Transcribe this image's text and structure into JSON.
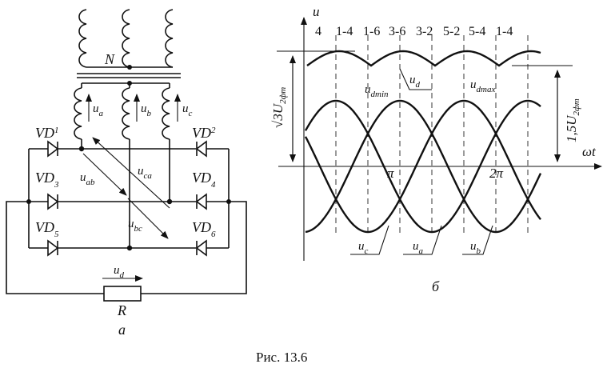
{
  "circuit": {
    "label_N": "N",
    "phase_voltages": [
      "u",
      "u",
      "u"
    ],
    "phase_subs": [
      "a",
      "b",
      "c"
    ],
    "diodes": [
      {
        "main": "VD",
        "sub": "1"
      },
      {
        "main": "VD",
        "sub": "2"
      },
      {
        "main": "VD",
        "sub": "3"
      },
      {
        "main": "VD",
        "sub": "4"
      },
      {
        "main": "VD",
        "sub": "5"
      },
      {
        "main": "VD",
        "sub": "6"
      }
    ],
    "line_voltages": [
      {
        "main": "u",
        "sub": "ab"
      },
      {
        "main": "u",
        "sub": "ca"
      },
      {
        "main": "u",
        "sub": "bc"
      }
    ],
    "load_voltage": {
      "main": "u",
      "sub": "d"
    },
    "load": "R",
    "sublabel": "a"
  },
  "waveform": {
    "y_axis": "u",
    "x_axis": "ωt",
    "commutation_labels": [
      "4",
      "1-4",
      "1-6",
      "3-6",
      "3-2",
      "5-2",
      "5-4",
      "1-4"
    ],
    "pi_label": "π",
    "two_pi_label": "2π",
    "ud_label": {
      "main": "u",
      "sub": "d"
    },
    "ud_min_label": {
      "main": "u",
      "sub": "dmin"
    },
    "ud_max_label": {
      "main": "u",
      "sub": "dmax"
    },
    "left_dim": {
      "prefix": "√3U",
      "sub": "2фт"
    },
    "right_dim": {
      "prefix": "1,5U",
      "sub": "2фт"
    },
    "curve_labels": [
      {
        "main": "u",
        "sub": "c"
      },
      {
        "main": "u",
        "sub": "a"
      },
      {
        "main": "u",
        "sub": "b"
      }
    ],
    "sublabel": "б"
  },
  "caption": "Рис. 13.6"
}
